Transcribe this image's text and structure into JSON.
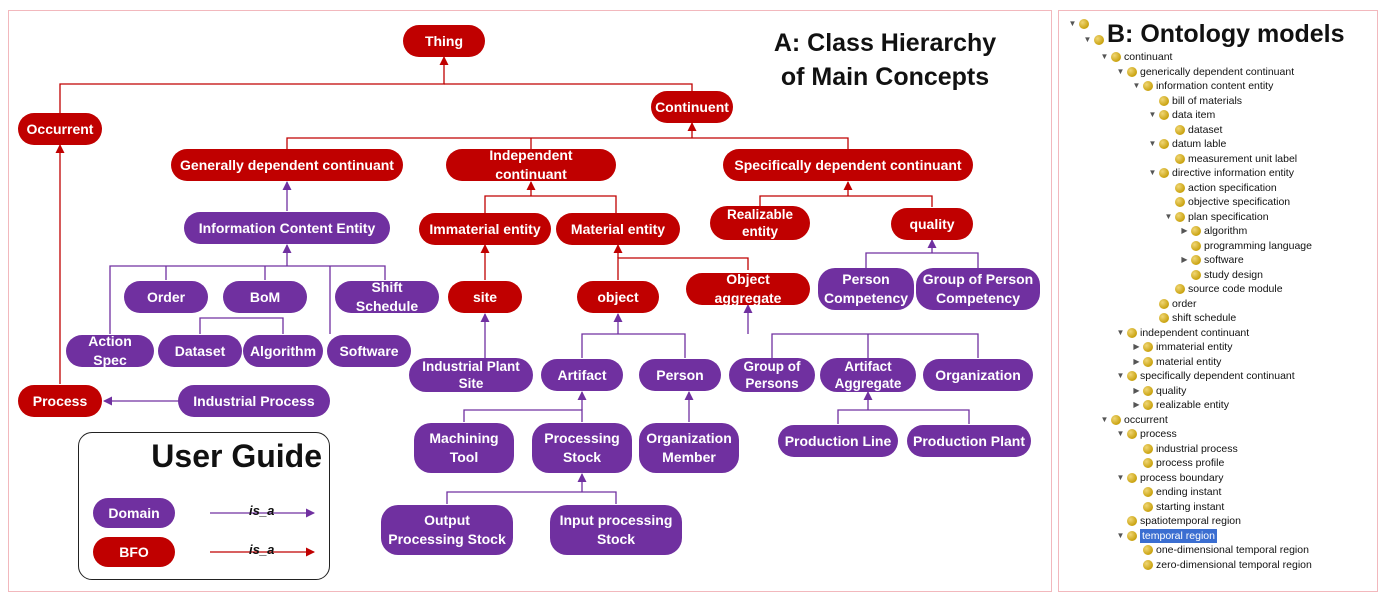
{
  "panel_a": {
    "title_line1": "A: Class Hierarchy",
    "title_line2": "of Main Concepts",
    "nodes": {
      "thing": "Thing",
      "continuent": "Continuent",
      "occurrent": "Occurrent",
      "gen_dep": "Generally dependent continuant",
      "indep": "Independent continuant",
      "spec_dep": "Specifically dependent continuant",
      "ice": "Information Content Entity",
      "immaterial": "Immaterial entity",
      "material": "Material entity",
      "realizable": "Realizable entity",
      "quality": "quality",
      "order": "Order",
      "bom": "BoM",
      "shift": "Shift Schedule",
      "site": "site",
      "object": "object",
      "obj_agg": "Object aggregate",
      "person_comp": "Person Competency",
      "group_comp": "Group of Person Competency",
      "action_spec": "Action Spec",
      "dataset": "Dataset",
      "algorithm": "Algorithm",
      "software": "Software",
      "ind_site": "Industrial Plant Site",
      "artifact": "Artifact",
      "person": "Person",
      "group_persons": "Group of Persons",
      "artifact_agg": "Artifact Aggregate",
      "organization": "Organization",
      "process": "Process",
      "ind_process": "Industrial Process",
      "mach_tool": "Machining Tool",
      "proc_stock": "Processing Stock",
      "org_member": "Organization Member",
      "prod_line": "Production Line",
      "prod_plant": "Production Plant",
      "out_stock": "Output Processing Stock",
      "in_stock": "Input processing Stock"
    },
    "guide": {
      "title": "User Guide",
      "domain_label": "Domain",
      "bfo_label": "BFO",
      "isa_label": "is_a",
      "domain_color": "#7030a0",
      "bfo_color": "#c00000"
    }
  },
  "panel_b": {
    "title": "B: Ontology models",
    "tree": [
      {
        "label": "continuant",
        "depth": 0,
        "toggle": "open"
      },
      {
        "label": "generically dependent continuant",
        "depth": 1,
        "toggle": "open"
      },
      {
        "label": "information content entity",
        "depth": 2,
        "toggle": "open"
      },
      {
        "label": "bill of materials",
        "depth": 3,
        "toggle": "none"
      },
      {
        "label": "data item",
        "depth": 3,
        "toggle": "open"
      },
      {
        "label": "dataset",
        "depth": 4,
        "toggle": "none"
      },
      {
        "label": "datum lable",
        "depth": 3,
        "toggle": "open"
      },
      {
        "label": "measurement unit label",
        "depth": 4,
        "toggle": "none"
      },
      {
        "label": "directive information entity",
        "depth": 3,
        "toggle": "open"
      },
      {
        "label": "action specification",
        "depth": 4,
        "toggle": "none"
      },
      {
        "label": "objective specification",
        "depth": 4,
        "toggle": "none"
      },
      {
        "label": "plan specification",
        "depth": 4,
        "toggle": "open"
      },
      {
        "label": "algorithm",
        "depth": 5,
        "toggle": "closed"
      },
      {
        "label": "programming language",
        "depth": 5,
        "toggle": "none"
      },
      {
        "label": "software",
        "depth": 5,
        "toggle": "closed"
      },
      {
        "label": "study design",
        "depth": 5,
        "toggle": "none"
      },
      {
        "label": "source code module",
        "depth": 4,
        "toggle": "none"
      },
      {
        "label": "order",
        "depth": 3,
        "toggle": "none"
      },
      {
        "label": "shift schedule",
        "depth": 3,
        "toggle": "none"
      },
      {
        "label": "independent continuant",
        "depth": 1,
        "toggle": "open"
      },
      {
        "label": "immaterial entity",
        "depth": 2,
        "toggle": "closed"
      },
      {
        "label": "material entity",
        "depth": 2,
        "toggle": "closed"
      },
      {
        "label": "specifically dependent continuant",
        "depth": 1,
        "toggle": "open"
      },
      {
        "label": "quality",
        "depth": 2,
        "toggle": "closed"
      },
      {
        "label": "realizable entity",
        "depth": 2,
        "toggle": "closed"
      },
      {
        "label": "occurrent",
        "depth": 0,
        "toggle": "open"
      },
      {
        "label": "process",
        "depth": 1,
        "toggle": "open"
      },
      {
        "label": "industrial process",
        "depth": 2,
        "toggle": "none"
      },
      {
        "label": "process profile",
        "depth": 2,
        "toggle": "none"
      },
      {
        "label": "process boundary",
        "depth": 1,
        "toggle": "open"
      },
      {
        "label": "ending instant",
        "depth": 2,
        "toggle": "none"
      },
      {
        "label": "starting instant",
        "depth": 2,
        "toggle": "none"
      },
      {
        "label": "spatiotemporal region",
        "depth": 1,
        "toggle": "none"
      },
      {
        "label": "temporal region",
        "depth": 1,
        "toggle": "open",
        "selected": true
      },
      {
        "label": "one-dimensional temporal region",
        "depth": 2,
        "toggle": "none"
      },
      {
        "label": "zero-dimensional temporal region",
        "depth": 2,
        "toggle": "none"
      }
    ]
  }
}
